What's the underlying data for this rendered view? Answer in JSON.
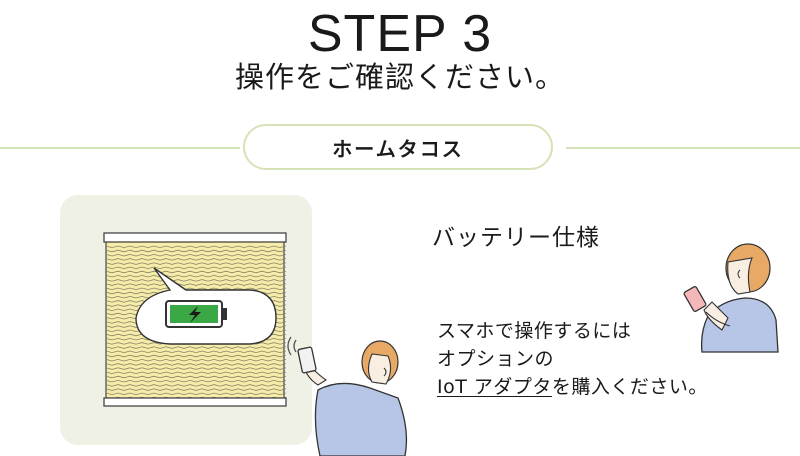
{
  "header": {
    "step": "STEP 3",
    "subtitle": "操作をご確認ください。"
  },
  "product": {
    "name": "ホームタコス"
  },
  "feature": {
    "label": "バッテリー仕様"
  },
  "description": {
    "line1": "スマホで操作するには",
    "line2": "オプションの",
    "line3_link": "IoT アダプタ",
    "line3_rest": "を購入ください。"
  },
  "colors": {
    "accent_green": "#d6e3b6",
    "panel_bg": "#eef1e4",
    "shade_yellow": "#f6ecaa",
    "battery_green": "#3aa845",
    "shirt_blue": "#b7c6e6",
    "hair": "#e8a966"
  },
  "icons": [
    "battery-charging-icon",
    "smartphone-icon",
    "signal-waves-icon"
  ]
}
